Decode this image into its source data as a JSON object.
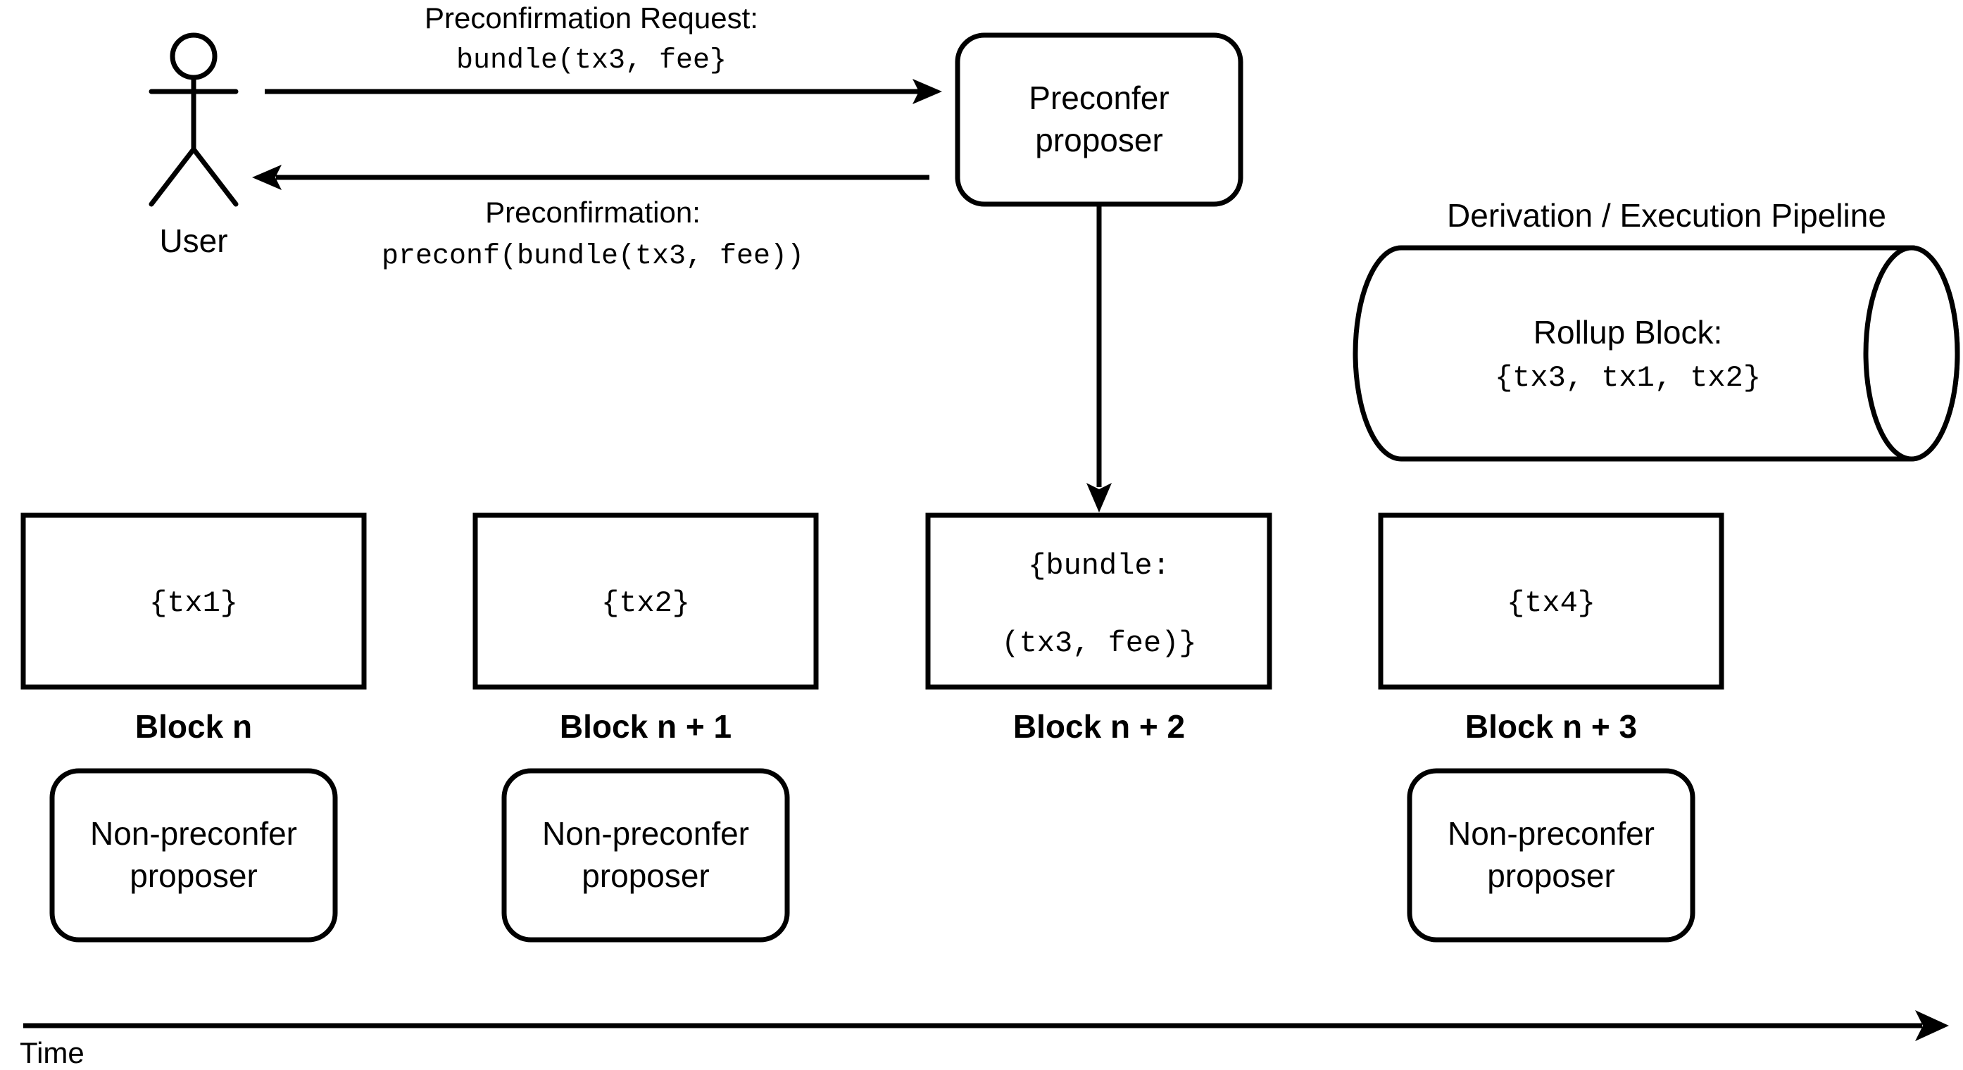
{
  "user": {
    "label": "User"
  },
  "request": {
    "title": "Preconfirmation Request:",
    "code": "bundle(tx3, fee}"
  },
  "response": {
    "title": "Preconfirmation:",
    "code": "preconf(bundle(tx3, fee))"
  },
  "preconfer": {
    "line1": "Preconfer",
    "line2": "proposer"
  },
  "pipeline": {
    "title": "Derivation / Execution Pipeline",
    "block_label": "Rollup Block:",
    "block_code": "{tx3, tx1, tx2}"
  },
  "blocks": [
    {
      "content": "{tx1}",
      "label": "Block n"
    },
    {
      "content": "{tx2}",
      "label": "Block n + 1"
    },
    {
      "content_line1": "{bundle:",
      "content_line2": "(tx3, fee)}",
      "label": "Block n + 2"
    },
    {
      "content": "{tx4}",
      "label": "Block n + 3"
    }
  ],
  "proposers": [
    {
      "line1": "Non-preconfer",
      "line2": "proposer"
    },
    {
      "line1": "Non-preconfer",
      "line2": "proposer"
    },
    {
      "line1": "Non-preconfer",
      "line2": "proposer"
    }
  ],
  "timeline": {
    "label": "Time"
  },
  "colors": {
    "stroke": "#000000",
    "background": "#ffffff"
  }
}
